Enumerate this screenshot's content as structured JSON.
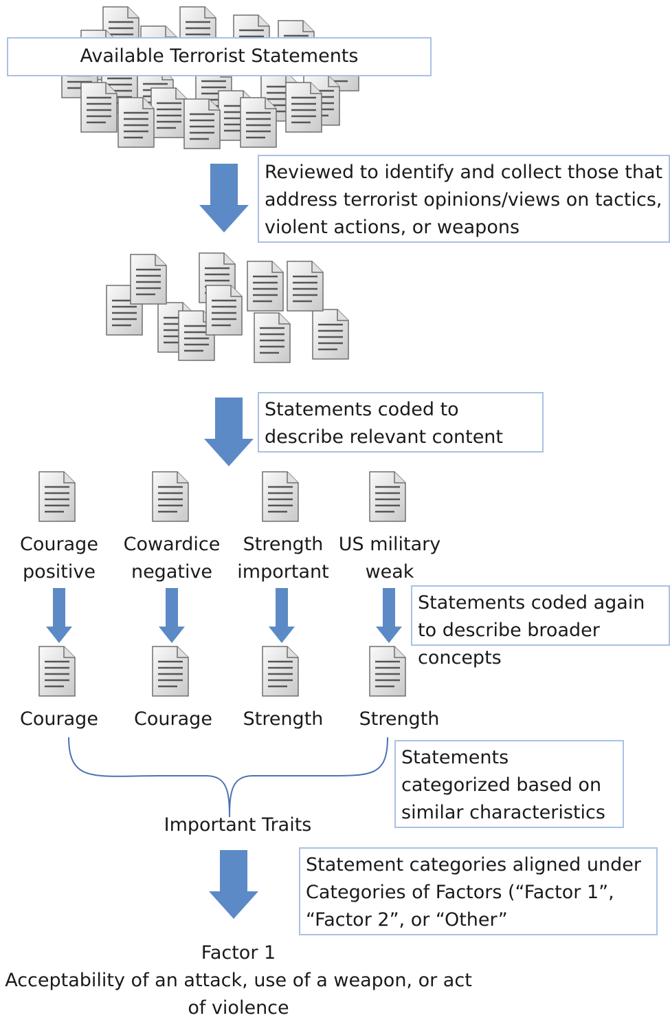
{
  "top_box": {
    "label": "Available Terrorist Statements"
  },
  "step1": {
    "text": "Reviewed to identify and collect those that address terrorist opinions/views on tactics, violent actions, or weapons"
  },
  "step2": {
    "text": "Statements coded to describe relevant content"
  },
  "codes": [
    {
      "line1": "Courage",
      "line2": "positive"
    },
    {
      "line1": "Cowardice",
      "line2": "negative"
    },
    {
      "line1": "Strength",
      "line2": "important"
    },
    {
      "line1": "US military",
      "line2": "weak"
    }
  ],
  "step3": {
    "text": "Statements coded again to describe broader concepts"
  },
  "concepts": [
    "Courage",
    "Courage",
    "Strength",
    "Strength"
  ],
  "step4": {
    "text": "Statements categorized based on similar characteristics"
  },
  "category": "Important Traits",
  "step5": {
    "text": "Statement  categories aligned under Categories of Factors (“Factor 1”, “Factor 2”, or “Other”"
  },
  "factor": {
    "title": "Factor 1",
    "line1": "Acceptability of an attack, use of a weapon, or act",
    "line2": "of violence"
  },
  "colors": {
    "arrow": "#5b8ac6",
    "box_border": "#a9c1e2",
    "doc_face": "#eeeeee",
    "doc_shade": "#b5b5b5"
  }
}
